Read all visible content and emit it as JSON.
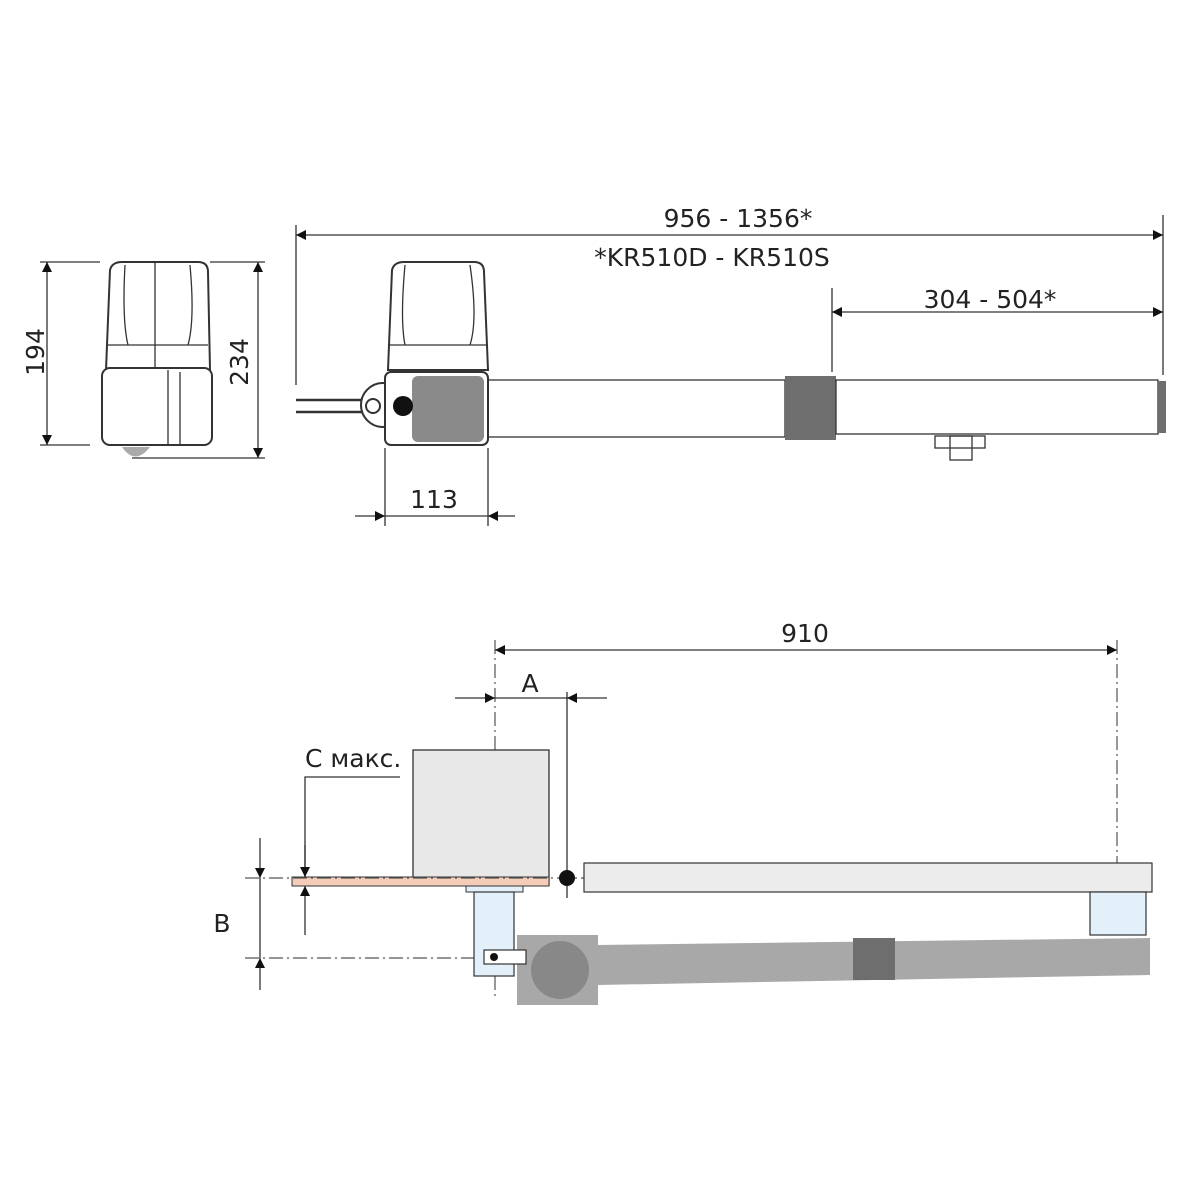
{
  "top_view": {
    "overall_length": "956  - 1356*",
    "models_note": "*KR510D - KR510S",
    "stroke_length": "304 - 504*",
    "motor_width": "113"
  },
  "side_view": {
    "height_body": "194",
    "height_total": "234"
  },
  "installation": {
    "distance": "910",
    "label_a": "A",
    "label_b": "B",
    "label_c": "С макс."
  },
  "colors": {
    "plate": "#f3cdb8",
    "post": "#e3f0fa",
    "arm": "#a8a8a8",
    "sleeve": "#6e6e6e",
    "motor_panel": "#8a8a8a"
  }
}
